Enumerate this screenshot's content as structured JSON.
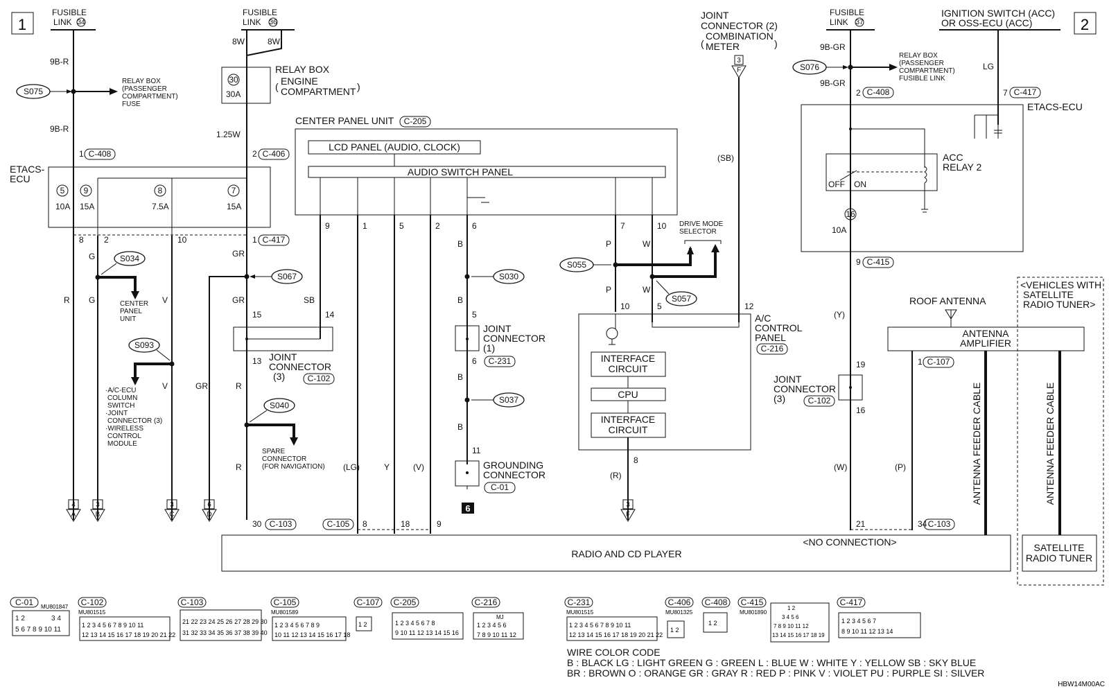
{
  "page_numbers": [
    "1",
    "2"
  ],
  "labels": {
    "fusible_link_34_a": "FUSIBLE",
    "fusible_link_34_b": "LINK",
    "fusible_link_34_n": "34",
    "fusible_link_36_a": "FUSIBLE",
    "fusible_link_36_b": "LINK",
    "fusible_link_36_n": "36",
    "fusible_link_37_a": "FUSIBLE",
    "fusible_link_37_b": "LINK",
    "fusible_link_37_n": "37",
    "ign_1": "IGNITION SWITCH (ACC)",
    "ign_2": "OR OSS-ECU (ACC)",
    "jc2_1": "JOINT",
    "jc2_2": "CONNECTOR (2)",
    "jc2_3": "COMBINATION",
    "jc2_4": "METER",
    "jc2_pin": "3",
    "jc2_letter": "F",
    "relay_box_fuse_1": "RELAY BOX",
    "relay_box_fuse_2": "(PASSENGER",
    "relay_box_fuse_3": "COMPARTMENT)",
    "relay_box_fuse_4": "FUSE",
    "relay_box_fl_1": "RELAY BOX",
    "relay_box_fl_2": "(PASSENGER",
    "relay_box_fl_3": "COMPARTMENT)",
    "relay_box_fl_4": "FUSIBLE LINK",
    "relay_box_ec_1": "RELAY BOX",
    "relay_box_ec_2": "ENGINE",
    "relay_box_ec_3": "COMPARTMENT",
    "etacs_left_1": "ETACS-",
    "etacs_left_2": "ECU",
    "etacs_right": "ETACS-ECU",
    "center_panel_unit": "CENTER PANEL UNIT",
    "lcd_panel": "LCD PANEL (AUDIO, CLOCK)",
    "audio_switch_panel": "AUDIO SWITCH PANEL",
    "cpu_text_1": "CENTER",
    "cpu_text_2": "PANEL",
    "cpu_text_3": "UNIT",
    "acecu_1": "·A/C-ECU",
    "acecu_2": "COLUMN",
    "acecu_3": "SWITCH",
    "acecu_4": "·JOINT",
    "acecu_5": "CONNECTOR (3)",
    "acecu_6": "·WIRELESS",
    "acecu_7": "CONTROL",
    "acecu_8": "MODULE",
    "jc3_1": "JOINT",
    "jc3_2": "CONNECTOR",
    "jc3_3": "(3)",
    "jc1_1": "JOINT",
    "jc1_2": "CONNECTOR",
    "jc1_3": "(1)",
    "jc3r_1": "JOINT",
    "jc3r_2": "CONNECTOR",
    "jc3r_3": "(3)",
    "spare_1": "SPARE",
    "spare_2": "CONNECTOR",
    "spare_3": "(FOR NAVIGATION)",
    "grounding_1": "GROUNDING",
    "grounding_2": "CONNECTOR",
    "drive_mode_1": "DRIVE MODE",
    "drive_mode_2": "SELECTOR",
    "ac_panel_1": "A/C",
    "ac_panel_2": "CONTROL",
    "ac_panel_3": "PANEL",
    "interface_1": "INTERFACE",
    "circuit": "CIRCUIT",
    "cpu": "CPU",
    "acc_relay_1": "ACC",
    "acc_relay_2": "RELAY 2",
    "off": "OFF",
    "on": "ON",
    "roof_antenna": "ROOF ANTENNA",
    "antenna_amp_1": "ANTENNA",
    "antenna_amp_2": "AMPLIFIER",
    "sat_1": "<VEHICLES WITH",
    "sat_2": "SATELLITE",
    "sat_3": "RADIO TUNER>",
    "sat_tuner_1": "SATELLITE",
    "sat_tuner_2": "RADIO TUNER",
    "feeder": "ANTENNA FEEDER CABLE",
    "radio": "RADIO AND CD PLAYER",
    "no_connection": "<NO CONNECTION>",
    "ground_num": "6",
    "doc_code": "HBW14M00AC"
  },
  "fuses": {
    "f30": "30",
    "f30a": "30A",
    "f5": "5",
    "f5a": "10A",
    "f9": "9",
    "f9a": "15A",
    "f8": "8",
    "f8a": "7.5A",
    "f7": "7",
    "f7a": "15A",
    "f16": "16",
    "f16a": "10A"
  },
  "splices": [
    "S075",
    "S034",
    "S093",
    "S067",
    "S040",
    "S030",
    "S037",
    "S055",
    "S057",
    "S076"
  ],
  "connectors": {
    "c408": "C-408",
    "c406": "C-406",
    "c417": "C-417",
    "c205": "C-205",
    "c102": "C-102",
    "c231": "C-231",
    "c01": "C-01",
    "c103": "C-103",
    "c105": "C-105",
    "c216": "C-216",
    "c415": "C-415",
    "c107": "C-107"
  },
  "wires": {
    "w9br_a": "9B-R",
    "w9br_b": "9B-R",
    "w8w_a": "8W",
    "w8w_b": "8W",
    "w125w": "1.25W",
    "w9bgr_a": "9B-GR",
    "w9bgr_b": "9B-GR",
    "wlg": "LG",
    "r": "R",
    "g1": "G",
    "g2": "G",
    "v1": "V",
    "v2": "V",
    "gr1": "GR",
    "gr2": "GR",
    "gr3": "GR",
    "sb": "SB",
    "r2": "R",
    "r3": "R",
    "lg": "(LG)",
    "y": "Y",
    "v": "(V)",
    "b1": "B",
    "b2": "B",
    "b3": "B",
    "b4": "B",
    "p1": "P",
    "p2": "P",
    "w1": "W",
    "w2": "W",
    "rr": "(R)",
    "sbp": "(SB)",
    "yy": "(Y)",
    "ww": "(W)",
    "pp": "(P)"
  },
  "pins": {
    "p1": "1",
    "p2": "2",
    "p8": "8",
    "p2b": "2",
    "p10": "10",
    "p1b": "1",
    "p9": "9",
    "p1c": "1",
    "p5": "5",
    "p2c": "2",
    "p6": "6",
    "p7": "7",
    "p10b": "10",
    "p15": "15",
    "p14": "14",
    "p13": "13",
    "p5b": "5",
    "p6b": "6",
    "p11": "11",
    "p10c": "10",
    "p5c": "5",
    "p12": "12",
    "p8b": "8",
    "p30": "30",
    "p8c": "8",
    "p18": "18",
    "p9b": "9",
    "p2d": "2",
    "p7b": "7",
    "p9c": "9",
    "p19": "19",
    "p16": "16",
    "p21": "21",
    "p34": "34",
    "p1d": "1"
  },
  "offpage": [
    {
      "num": "4",
      "letter": "A"
    },
    {
      "num": "3",
      "letter": "B"
    },
    {
      "num": "3",
      "letter": "C"
    },
    {
      "num": "6",
      "letter": "D"
    },
    {
      "num": "3",
      "letter": "F"
    }
  ],
  "legend": {
    "title": "WIRE COLOR CODE",
    "line1": "B : BLACK    LG : LIGHT GREEN    G : GREEN    L : BLUE    W : WHITE    Y : YELLOW    SB : SKY BLUE",
    "line2": "BR : BROWN    O : ORANGE    GR : GRAY    R : RED    P : PINK    V : VIOLET    PU : PURPLE    SI : SILVER"
  },
  "connector_views": [
    {
      "id": "C-01",
      "part": "MU801847"
    },
    {
      "id": "C-102",
      "part": "MU801515"
    },
    {
      "id": "C-103",
      "part": ""
    },
    {
      "id": "C-105",
      "part": "MU801589"
    },
    {
      "id": "C-107",
      "part": ""
    },
    {
      "id": "C-205",
      "part": ""
    },
    {
      "id": "C-216",
      "part": ""
    },
    {
      "id": "C-231",
      "part": "MU801515"
    },
    {
      "id": "C-406",
      "part": "MU801325"
    },
    {
      "id": "C-408",
      "part": ""
    },
    {
      "id": "C-415",
      "part": "MU801890"
    },
    {
      "id": "C-417",
      "part": ""
    }
  ],
  "cv_pins": {
    "c01_r1": "1 2",
    "c01_r1b": "3 4",
    "c01_r2": "5 6 7 8 9 10 11",
    "c102_r1": "1 2 3 4 5 6 7 8 9 10 11",
    "c102_r2": "12 13 14 15 16 17 18 19 20 21 22",
    "c103_r1": "21 22 23 24 25 26 27 28 29 30",
    "c103_r2": "31 32 33 34 35 36 37 38 39 40",
    "c105_r1": "1 2 3 4 5 6 7 8 9",
    "c105_r2": "10 11 12 13 14 15 16 17 18",
    "c107_r1": "1 2",
    "c205_r1": "1 2 3 4 5 6 7 8",
    "c205_r2": "9 10 11 12 13 14 15 16",
    "c216_top": "MJ",
    "c216_r1": "1 2 3 4 5 6",
    "c216_r2": "7 8 9 10 11 12",
    "c231_r1": "1 2 3 4 5 6 7 8 9 10 11",
    "c231_r2": "12 13 14 15 16 17 18 19 20 21 22",
    "c406_r1": "1 2",
    "c408_r1": "1 2",
    "c415_r1": "1 2",
    "c415_r2": "3 4 5 6",
    "c415_r3": "7 8 9 10 11 12",
    "c415_r4": "13 14 15 16 17 18 19",
    "c417_r1": "1 2 3 4 5 6 7",
    "c417_r2": "8 9 10 11 12 13 14"
  }
}
